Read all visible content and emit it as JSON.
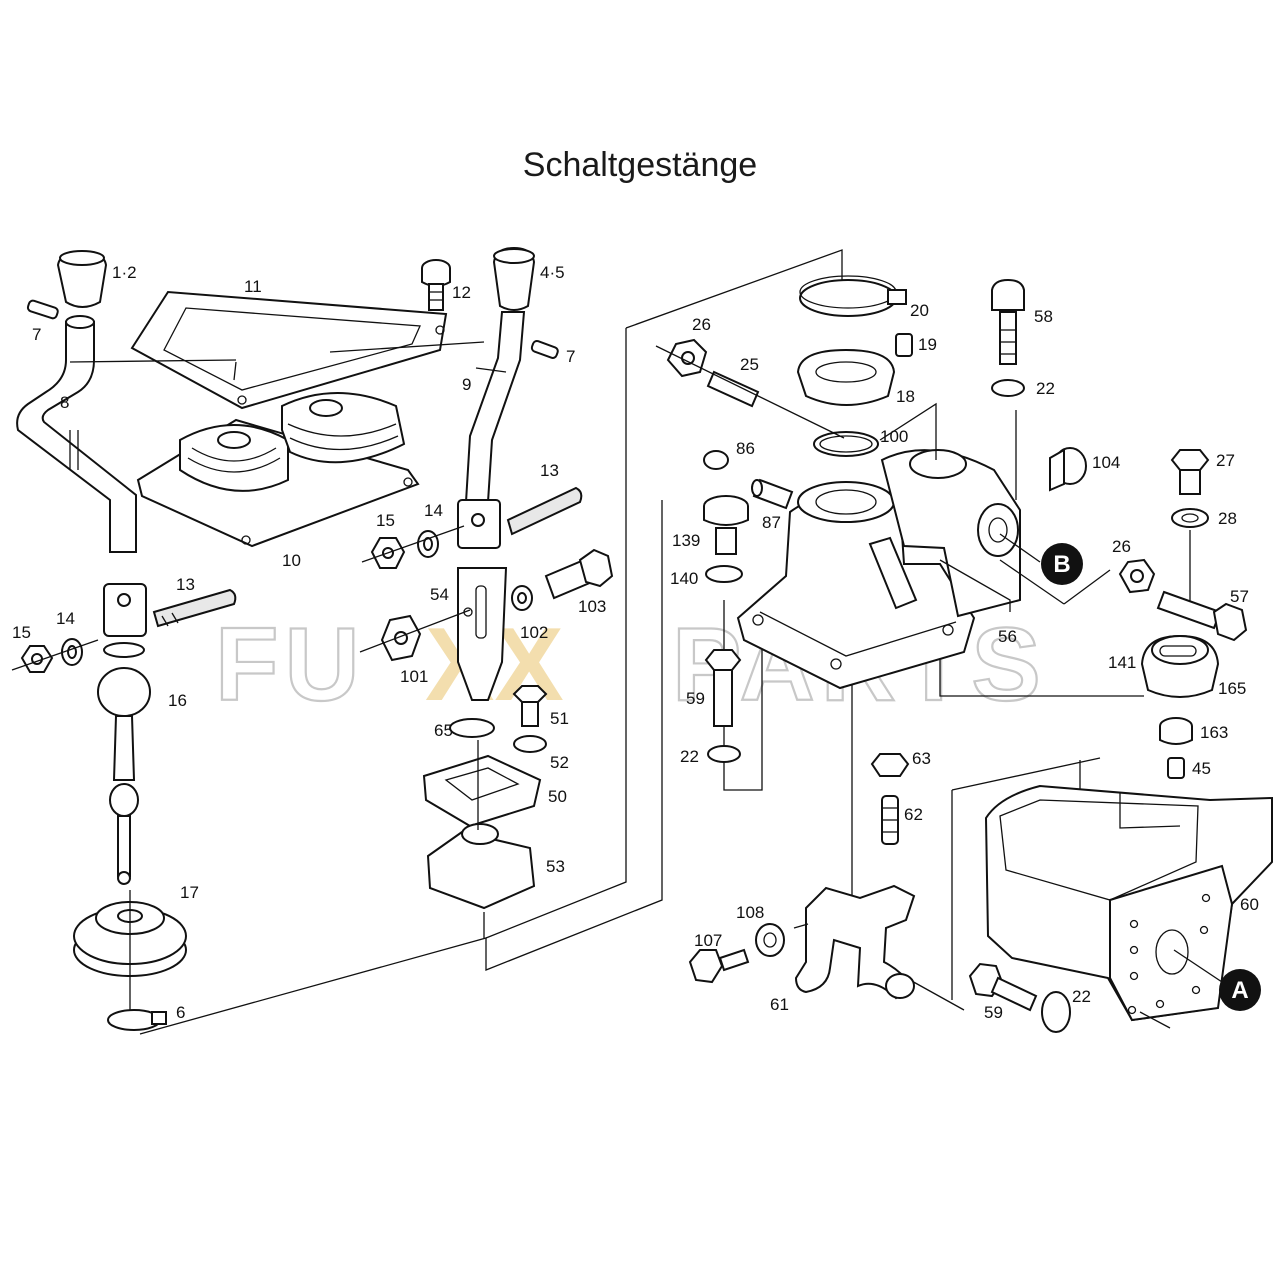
{
  "title": "Schaltgestänge",
  "watermark": {
    "left": "FU",
    "mark": "XX",
    "right": "PARTS",
    "mark_color": "#f1d9a0",
    "outline_color": "#c8c8c8"
  },
  "labels": {
    "l1_2": "1·2",
    "l7a": "7",
    "l8": "8",
    "l11": "11",
    "l12": "12",
    "l10": "10",
    "l4_5": "4·5",
    "l7b": "7",
    "l9": "9",
    "l13a": "13",
    "l14a": "14",
    "l15a": "15",
    "l54": "54",
    "l101": "101",
    "l102": "102",
    "l103": "103",
    "l13b": "13",
    "l14b": "14",
    "l15b": "15",
    "l16": "16",
    "l17": "17",
    "l6": "6",
    "l65": "65",
    "l51": "51",
    "l52": "52",
    "l50": "50",
    "l53": "53",
    "l26a": "26",
    "l25": "25",
    "l20": "20",
    "l19": "19",
    "l18": "18",
    "l100": "100",
    "l86": "86",
    "l87": "87",
    "l139": "139",
    "l140": "140",
    "l58": "58",
    "l22a": "22",
    "l104": "104",
    "l27": "27",
    "l28": "28",
    "l26b": "26",
    "l57": "57",
    "l56": "56",
    "l141": "141",
    "l165": "165",
    "l163": "163",
    "l45": "45",
    "l59a": "59",
    "l22b": "22",
    "l63": "63",
    "l62": "62",
    "l108": "108",
    "l107": "107",
    "l61": "61",
    "l60": "60",
    "l59b": "59",
    "l22c": "22",
    "callout_a": "A",
    "callout_b": "B"
  }
}
